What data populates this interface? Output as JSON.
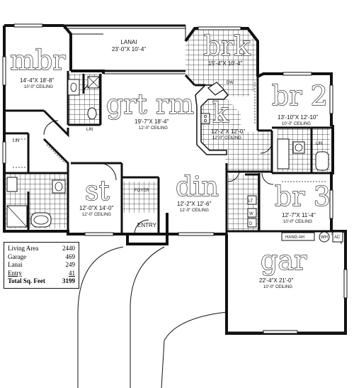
{
  "rooms": {
    "lanai": {
      "name": "LANAI",
      "dims": "23'-0\"X 10'-4\""
    },
    "mbr": {
      "name": "mbr",
      "dims": "14'-4\"X 18'-8\"",
      "ceiling": "10'-0\" CEILING"
    },
    "brk": {
      "name": "brk",
      "dims": "15'-4\"X 10'-4\""
    },
    "grt_rm": {
      "name": "grt rm",
      "dims": "19'-7\"X 18'-4\"",
      "ceiling": "12'-0\" CEILING"
    },
    "k": {
      "name": "k",
      "dims": "12'-2\"X 12'-0\"",
      "ceiling": "12'-0\" CEILING"
    },
    "br2": {
      "name": "br 2",
      "dims": "13'-10\"X 12'-10\"",
      "ceiling": "10'-0\" CEILING"
    },
    "st": {
      "name": "st",
      "dims": "12'-0\"X 14'-0\"",
      "ceiling": "12'-0\" CEILING"
    },
    "din": {
      "name": "din",
      "dims": "12'-2\"X 12'-6\"",
      "ceiling": "12'-0\" CEILING"
    },
    "br3": {
      "name": "br 3",
      "dims": "12'-7\"X 11'-4\"",
      "ceiling": "10'-0\" CEILING"
    },
    "gar": {
      "name": "gar",
      "dims": "22'-4\"X 21'-0\"",
      "ceiling": "10'-0\" CEILING"
    },
    "foyer": {
      "name": "FOYER"
    },
    "entry": {
      "name": "ENTRY"
    }
  },
  "fixtures": {
    "lin1": "LIN",
    "lin2": "LIN",
    "lin3": "LIN",
    "dw": "DW",
    "lt": "LT",
    "w": "W",
    "d": "D",
    "hang_ah": "HANG AH",
    "wh": "WH",
    "ac": "AC"
  },
  "area_table": [
    {
      "label": "Living Area",
      "value": "2440"
    },
    {
      "label": "Garage",
      "value": "469"
    },
    {
      "label": "Lanai",
      "value": "249"
    },
    {
      "label": "Entry",
      "value": "41"
    },
    {
      "label": "Total Sq. Feet",
      "value": "3199"
    }
  ]
}
